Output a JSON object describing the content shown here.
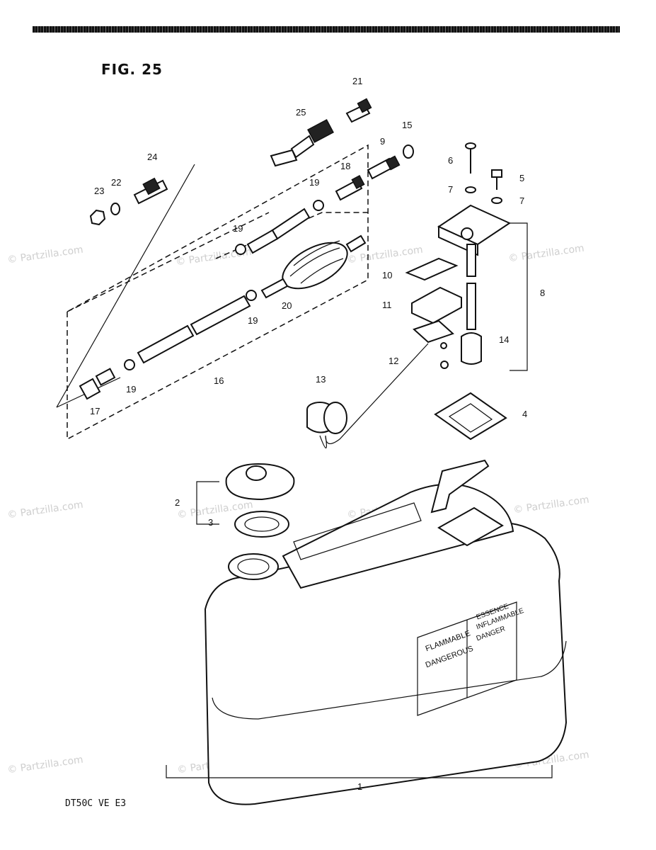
{
  "figure": {
    "title": "FIG. 25",
    "model_code": "DT50C VE E3"
  },
  "watermark": "© Partzilla.com",
  "callouts": [
    "1",
    "2",
    "3",
    "4",
    "5",
    "6",
    "7",
    "7",
    "8",
    "9",
    "10",
    "11",
    "12",
    "13",
    "14",
    "15",
    "16",
    "17",
    "18",
    "19",
    "19",
    "19",
    "19",
    "20",
    "21",
    "22",
    "23",
    "24",
    "25"
  ],
  "tank_label_left": [
    "FLAMMABLE",
    "DANGEROUS"
  ],
  "tank_label_right": [
    "ESSENCE",
    "INFLAMMABLE",
    "DANGER"
  ]
}
